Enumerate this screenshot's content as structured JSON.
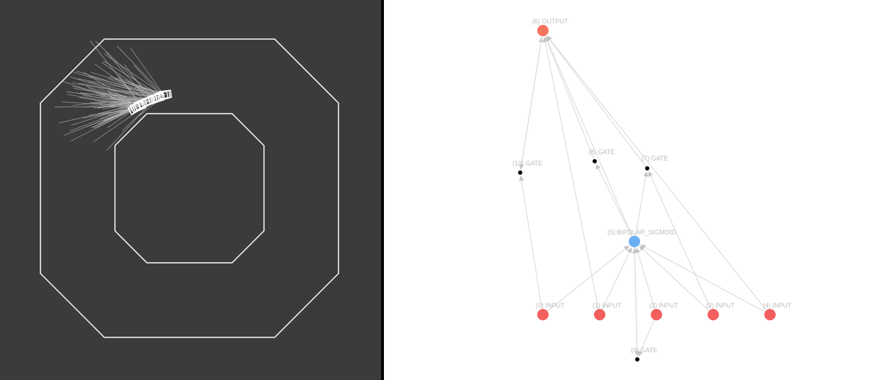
{
  "simulation": {
    "track_color": "#ffffff",
    "sensor_color": "#b5b5b5",
    "agent_color": "#ffffff"
  },
  "network": {
    "colors": {
      "input": "#f35e5e",
      "output": "#f4735e",
      "hidden": "#6aaef2",
      "gate": "#000000",
      "edge": "#dddddd",
      "label": "#bdbdbd"
    },
    "nodes": [
      {
        "id": 6,
        "type": "output",
        "label": "(6) OUTPUT"
      },
      {
        "id": 10,
        "type": "gate",
        "label": "(10) GATE"
      },
      {
        "id": 8,
        "type": "gate",
        "label": "(8) GATE"
      },
      {
        "id": 7,
        "type": "gate",
        "label": "(7) GATE"
      },
      {
        "id": 5,
        "type": "hidden",
        "label": "(5) BIPOLAR_SIGMOID"
      },
      {
        "id": 0,
        "type": "input",
        "label": "(0) INPUT"
      },
      {
        "id": 1,
        "type": "input",
        "label": "(1) INPUT"
      },
      {
        "id": 2,
        "type": "input",
        "label": "(2) INPUT"
      },
      {
        "id": 3,
        "type": "input",
        "label": "(3) INPUT"
      },
      {
        "id": 4,
        "type": "input",
        "label": "(4) INPUT"
      },
      {
        "id": 9,
        "type": "gate",
        "label": "(9) GATE"
      }
    ],
    "edges": [
      [
        0,
        5
      ],
      [
        1,
        5
      ],
      [
        2,
        5
      ],
      [
        3,
        5
      ],
      [
        4,
        5
      ],
      [
        5,
        6
      ],
      [
        5,
        8
      ],
      [
        5,
        7
      ],
      [
        5,
        9
      ],
      [
        9,
        5
      ],
      [
        1,
        6
      ],
      [
        3,
        7
      ],
      [
        4,
        6
      ],
      [
        7,
        6
      ],
      [
        8,
        6
      ],
      [
        0,
        10
      ],
      [
        10,
        6
      ],
      [
        6,
        10
      ],
      [
        2,
        9
      ]
    ]
  }
}
